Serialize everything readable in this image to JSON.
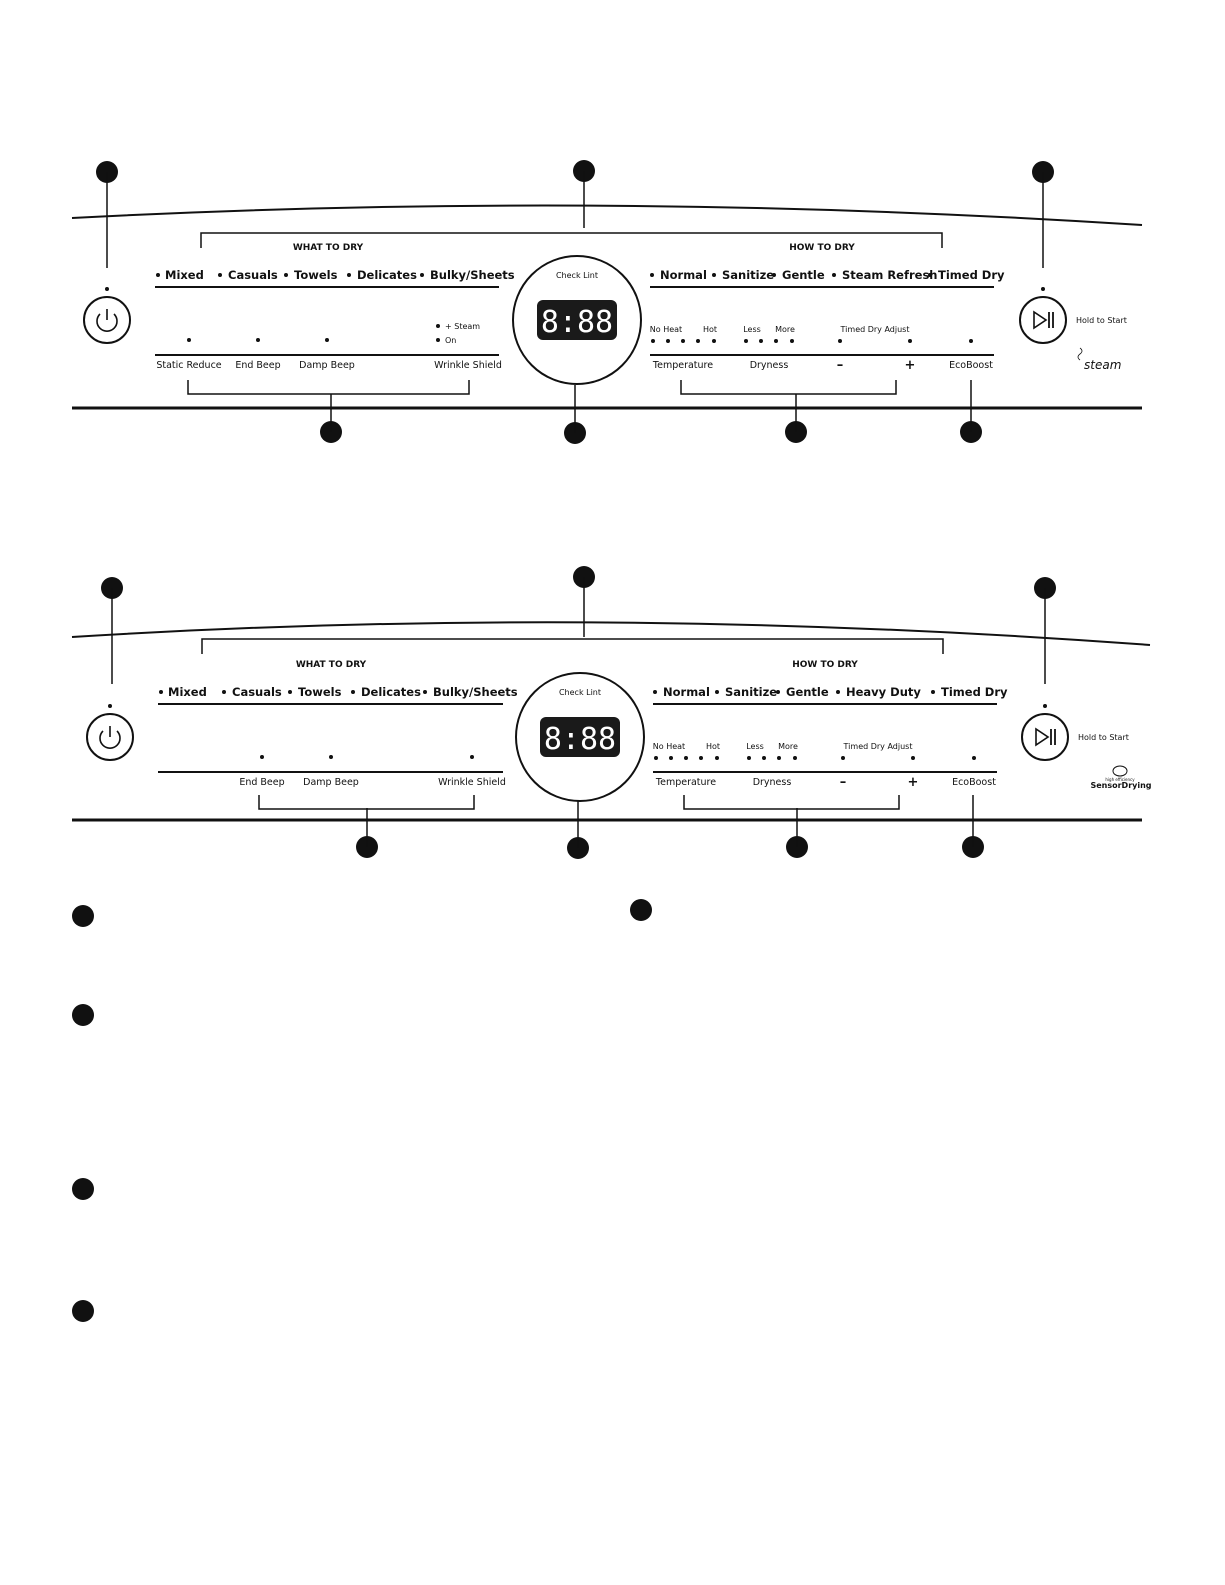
{
  "colors": {
    "ink": "#111111",
    "display_bg": "#1a1a1a",
    "segment": "#ffffff",
    "background": "#ffffff"
  },
  "panels": [
    {
      "what_to_dry_heading": "WHAT TO DRY",
      "how_to_dry_heading": "HOW TO DRY",
      "what_cycles": [
        "Mixed",
        "Casuals",
        "Towels",
        "Delicates",
        "Bulky/Sheets"
      ],
      "how_cycles": [
        "Normal",
        "Sanitize",
        "Gentle",
        "Steam Refresh",
        "Timed Dry"
      ],
      "option_labels": [
        "Static Reduce",
        "End Beep",
        "Damp Beep",
        "Wrinkle Shield"
      ],
      "wrinkle_sub_labels": [
        "+ Steam",
        "On"
      ],
      "check_lint": "Check Lint",
      "display_readout": "8:88",
      "temp_sub_labels": [
        "No Heat",
        "Hot"
      ],
      "dryness_sub_labels": [
        "Less",
        "More"
      ],
      "timed_dry_adjust": "Timed Dry Adjust",
      "temperature_label": "Temperature",
      "dryness_label": "Dryness",
      "minus": "–",
      "plus": "+",
      "ecoboost_label": "EcoBoost",
      "hold_to_start": "Hold to Start",
      "logo_icon": "steam-logo",
      "logo_text": "steam"
    },
    {
      "what_to_dry_heading": "WHAT TO DRY",
      "how_to_dry_heading": "HOW TO DRY",
      "what_cycles": [
        "Mixed",
        "Casuals",
        "Towels",
        "Delicates",
        "Bulky/Sheets"
      ],
      "how_cycles": [
        "Normal",
        "Sanitize",
        "Gentle",
        "Heavy Duty",
        "Timed Dry"
      ],
      "option_labels": [
        "End Beep",
        "Damp Beep",
        "Wrinkle Shield"
      ],
      "check_lint": "Check Lint",
      "display_readout": "8:88",
      "temp_sub_labels": [
        "No Heat",
        "Hot"
      ],
      "dryness_sub_labels": [
        "Less",
        "More"
      ],
      "timed_dry_adjust": "Timed Dry Adjust",
      "temperature_label": "Temperature",
      "dryness_label": "Dryness",
      "minus": "–",
      "plus": "+",
      "ecoboost_label": "EcoBoost",
      "hold_to_start": "Hold to Start",
      "logo_icon": "he-sensor-drying-logo",
      "logo_small": "high efficiency",
      "logo_text": "SensorDrying"
    }
  ],
  "legend_markers_count": 5
}
